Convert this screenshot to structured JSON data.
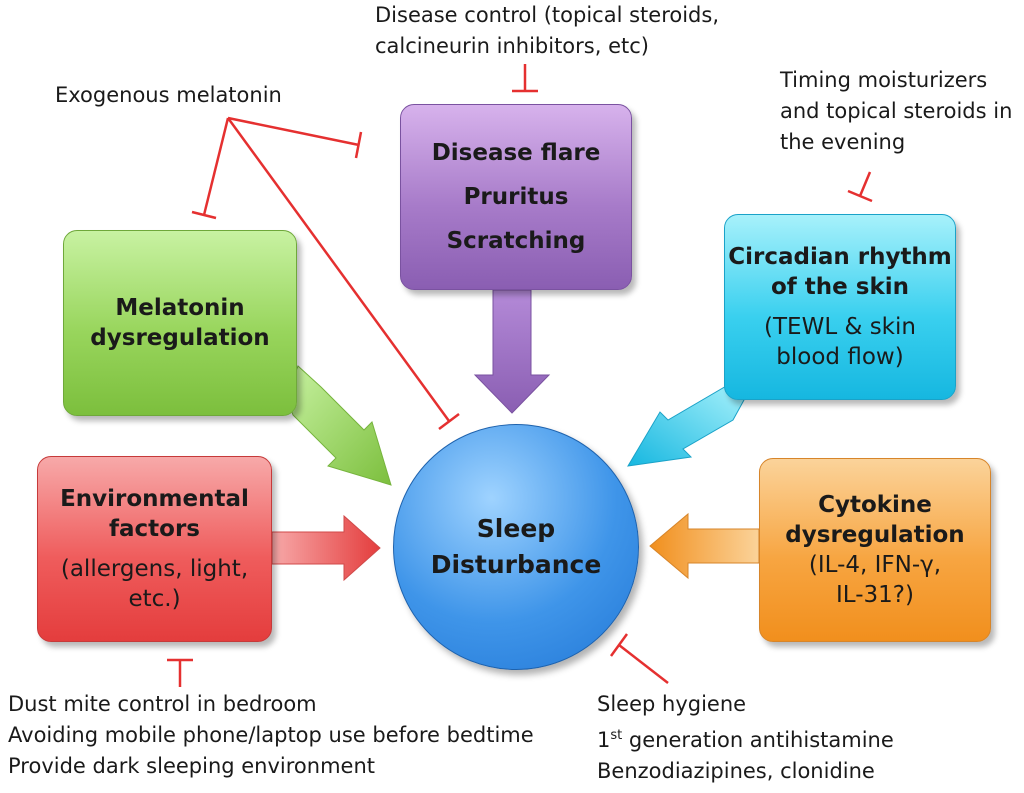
{
  "center": {
    "line1": "Sleep",
    "line2": "Disturbance"
  },
  "boxes": {
    "flare": {
      "lines": [
        "Disease flare",
        "Pruritus",
        "Scratching"
      ]
    },
    "melatonin": {
      "lines": [
        "Melatonin",
        "dysregulation"
      ]
    },
    "circadian": {
      "title": [
        "Circadian rhythm",
        "of the skin"
      ],
      "sub": [
        "(TEWL & skin",
        "blood flow)"
      ]
    },
    "environmental": {
      "title": [
        "Environmental",
        "factors"
      ],
      "sub": [
        "(allergens, light,",
        "etc.)"
      ]
    },
    "cytokine": {
      "title": [
        "Cytokine",
        "dysregulation"
      ],
      "sub": [
        "(IL-4, IFN-γ,",
        "IL-31?)"
      ]
    }
  },
  "interventions": {
    "disease_control": [
      "Disease control (topical steroids,",
      "calcineurin inhibitors, etc)"
    ],
    "melatonin": [
      "Exogenous melatonin"
    ],
    "timing": [
      "Timing moisturizers",
      "and topical steroids in",
      "the evening"
    ],
    "environment": [
      "Dust mite control in bedroom",
      "Avoiding mobile phone/laptop use before bedtime",
      "Provide dark sleeping environment"
    ],
    "sleep": {
      "line1": "Sleep hygiene",
      "line2_sup_prefix": "1",
      "line2_sup": "st",
      "line2_rest": " generation antihistamine",
      "line3": "Benzodiazipines, clonidine"
    }
  },
  "colors": {
    "inhibitor": "#e53030",
    "purple": "#9b6fc3",
    "green": "#8fd24f",
    "cyan": "#2cc6ec",
    "red": "#ef5a5a",
    "orange": "#f6a03a",
    "blue": "#2f86e0"
  }
}
